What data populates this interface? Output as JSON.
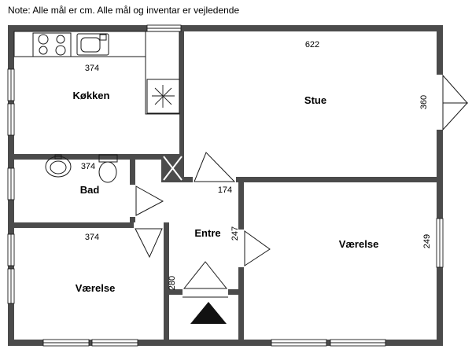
{
  "note": "Note: Alle mål er cm. Alle mål og inventar er vejledende",
  "rooms": {
    "koekken": {
      "label": "Køkken",
      "width": "374"
    },
    "stue": {
      "label": "Stue",
      "width": "622",
      "depth": "360"
    },
    "bad": {
      "label": "Bad",
      "width": "374"
    },
    "entre": {
      "label": "Entre",
      "width": "174",
      "depth": "247",
      "length": "280"
    },
    "vaerelse_sw": {
      "label": "Værelse",
      "width": "374"
    },
    "vaerelse_se": {
      "label": "Værelse",
      "depth": "249"
    }
  },
  "icons": {
    "stove": "4-burner-stove",
    "kitchen_sink": "kitchen-sink",
    "appliance": "asterisk-marker",
    "washbasin": "oval-washbasin",
    "toilet": "toilet",
    "shaft": "hatched-duct",
    "entrance_arrow": "solid-triangle-up",
    "balcony_door": "double-leaf-door",
    "door": "door-swing-wedge",
    "window": "window-in-wall"
  },
  "colors": {
    "wall": "#4b4b4b",
    "line": "#1a1a1a",
    "background": "#ffffff"
  }
}
